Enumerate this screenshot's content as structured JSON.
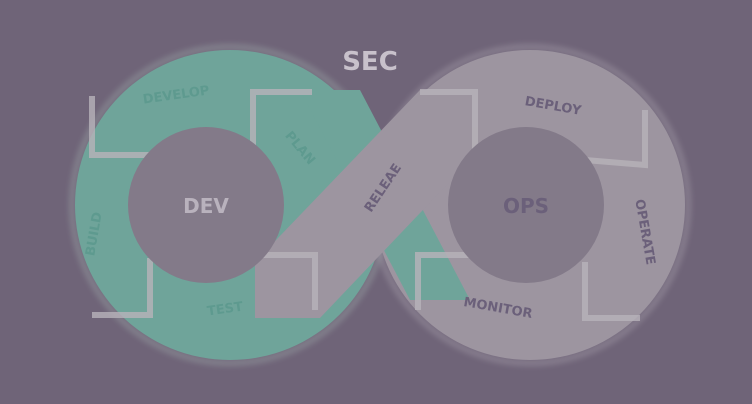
{
  "diagram": {
    "title": "SEC",
    "left_center": "DEV",
    "right_center": "OPS",
    "left_stages": [
      "DEVELOP",
      "PLAN",
      "BUILD",
      "TEST"
    ],
    "center_stage": "RELEAE",
    "right_stages": [
      "DEPLOY",
      "OPERATE",
      "MONITOR"
    ]
  },
  "colors": {
    "background": "#6f6478",
    "left_loop": "#6fa49a",
    "right_loop": "#9d95a0",
    "hub": "#837a89",
    "left_text": "#5e9a8f",
    "right_text": "#6b607a",
    "hub_text": "#b9b2bd",
    "title_text": "#c8c1cb",
    "divider": "#b8b3ba"
  }
}
